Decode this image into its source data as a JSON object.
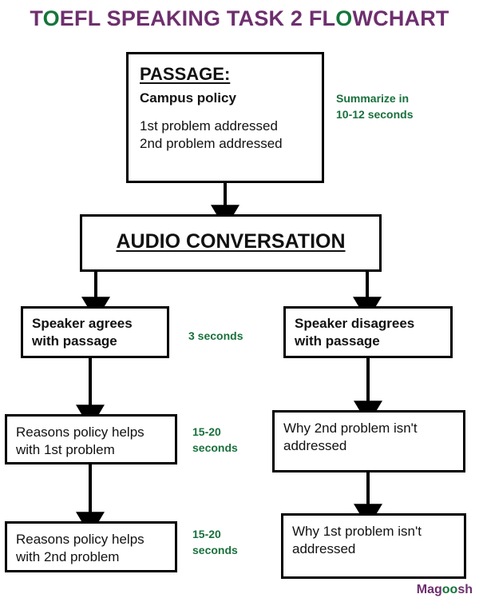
{
  "title": {
    "full": "TOEFL SPEAKING TASK 2 FLOWCHART",
    "segments": [
      {
        "text": "T",
        "color": "purple"
      },
      {
        "text": "O",
        "color": "green"
      },
      {
        "text": "EFL SPEAKING TASK 2 FL",
        "color": "purple"
      },
      {
        "text": "O",
        "color": "green"
      },
      {
        "text": "WCHART",
        "color": "purple"
      }
    ],
    "purple_hex": "#6e2f6e",
    "green_hex": "#13763a"
  },
  "boxes": {
    "passage": {
      "heading": "PASSAGE:",
      "subheading": "Campus policy",
      "line1": "1st problem addressed",
      "line2": "2nd problem addressed"
    },
    "audio": {
      "label": "AUDIO CONVERSATION"
    },
    "speaker_agrees": {
      "line1": "Speaker agrees",
      "line2": "with passage"
    },
    "speaker_disagrees": {
      "line1": "Speaker disagrees",
      "line2": "with passage"
    },
    "reasons_first": {
      "line1": "Reasons policy helps",
      "line2": "with 1st problem"
    },
    "why_second": {
      "line1": "Why 2nd problem isn't",
      "line2": "addressed"
    },
    "reasons_second": {
      "line1": "Reasons policy helps",
      "line2": "with 2nd problem"
    },
    "why_first": {
      "line1": "Why 1st problem isn't",
      "line2": "addressed"
    }
  },
  "notes": {
    "summarize": "Summarize in\n10-12 seconds",
    "three_seconds": "3 seconds",
    "fifteen_twenty_left": "15-20\nseconds",
    "fifteen_twenty_right": "15-20\nseconds",
    "note_color": "#19703c"
  },
  "watermark": {
    "full": "Magoosh",
    "segments": [
      {
        "text": "Mag",
        "color": "purple"
      },
      {
        "text": "oo",
        "color": "green"
      },
      {
        "text": "sh",
        "color": "purple"
      }
    ]
  },
  "diagram": {
    "type": "flowchart",
    "orientation": "top-down",
    "node_border_color": "#000000",
    "node_fill_color": "#ffffff",
    "edges": [
      {
        "from": "passage",
        "to": "audio"
      },
      {
        "from": "audio",
        "to": "speaker_agrees"
      },
      {
        "from": "audio",
        "to": "speaker_disagrees"
      },
      {
        "from": "speaker_agrees",
        "to": "reasons_first"
      },
      {
        "from": "reasons_first",
        "to": "reasons_second"
      },
      {
        "from": "speaker_disagrees",
        "to": "why_second"
      },
      {
        "from": "why_second",
        "to": "why_first"
      }
    ]
  }
}
